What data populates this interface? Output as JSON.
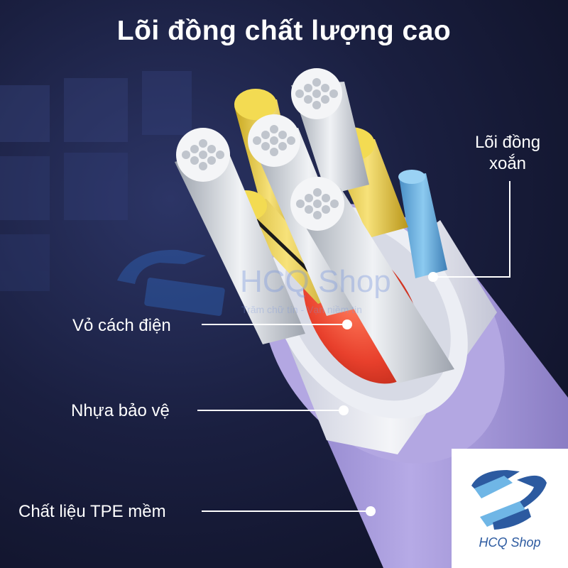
{
  "title": "Lõi đồng chất lượng cao",
  "labels": {
    "core_line1": "Lõi đồng",
    "core_line2": "xoắn",
    "insulation": "Vỏ cách điện",
    "protective_plastic": "Nhựa bảo vệ",
    "tpe": "Chất liệu TPE mềm"
  },
  "watermark": {
    "name": "HCQ Shop",
    "slogan": "Trăm chữ tín - Vạn niềm tin"
  },
  "logo": {
    "text": "HCQ Shop",
    "icon": "cable-logo-icon"
  },
  "colors": {
    "background": "#1a1f40",
    "outer_jacket": "#a79ad8",
    "inner_jacket": "#e9ecf2",
    "insulation": "#e8402c",
    "core_yellow": "#f1d84a",
    "core_blue": "#6db4e4",
    "copper_strand": "#d8dde4",
    "brand_blue": "#2c5aa0"
  }
}
